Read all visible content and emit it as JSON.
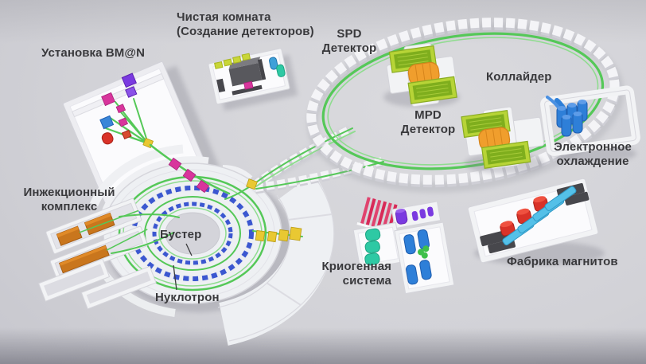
{
  "labels": {
    "clean_room": "Чистая комната\n(Создание детекторов)",
    "bman": "Установка BM@N",
    "spd": "SPD\nДетектор",
    "collider": "Коллайдер",
    "mpd": "MPD\nДетектор",
    "electron_cooling": "Электронное\nохлаждение",
    "injection": "Инжекционный\nкомплекс",
    "booster": "Бустер",
    "nuclotron": "Нуклотрон",
    "cryo": "Криогенная\nсистема",
    "magnet_factory": "Фабрика магнитов"
  },
  "colors": {
    "beam_green": "#55c858",
    "beam_green_light": "#8fdc8f",
    "magnet_blue": "#3b57d0",
    "cool_blue": "#2e7fd8",
    "linac_orange": "#c9761d",
    "box_yellow": "#e6b722",
    "detector_green": "#b7d437",
    "detector_green_dark": "#7fae1d",
    "detector_orange": "#f09e2d",
    "magenta": "#d8359c",
    "purple": "#7a3ae0",
    "red": "#d93228",
    "teal": "#2ec9a4",
    "cyan": "#54c0e8",
    "pink": "#e0436e",
    "dark_block": "#47474c",
    "platform": "#f2f3f5",
    "platform_edge": "#d4d4da",
    "floor_light": "#fbfbfd",
    "label_text": "#39393c",
    "node_yellow": "#e9c832"
  }
}
